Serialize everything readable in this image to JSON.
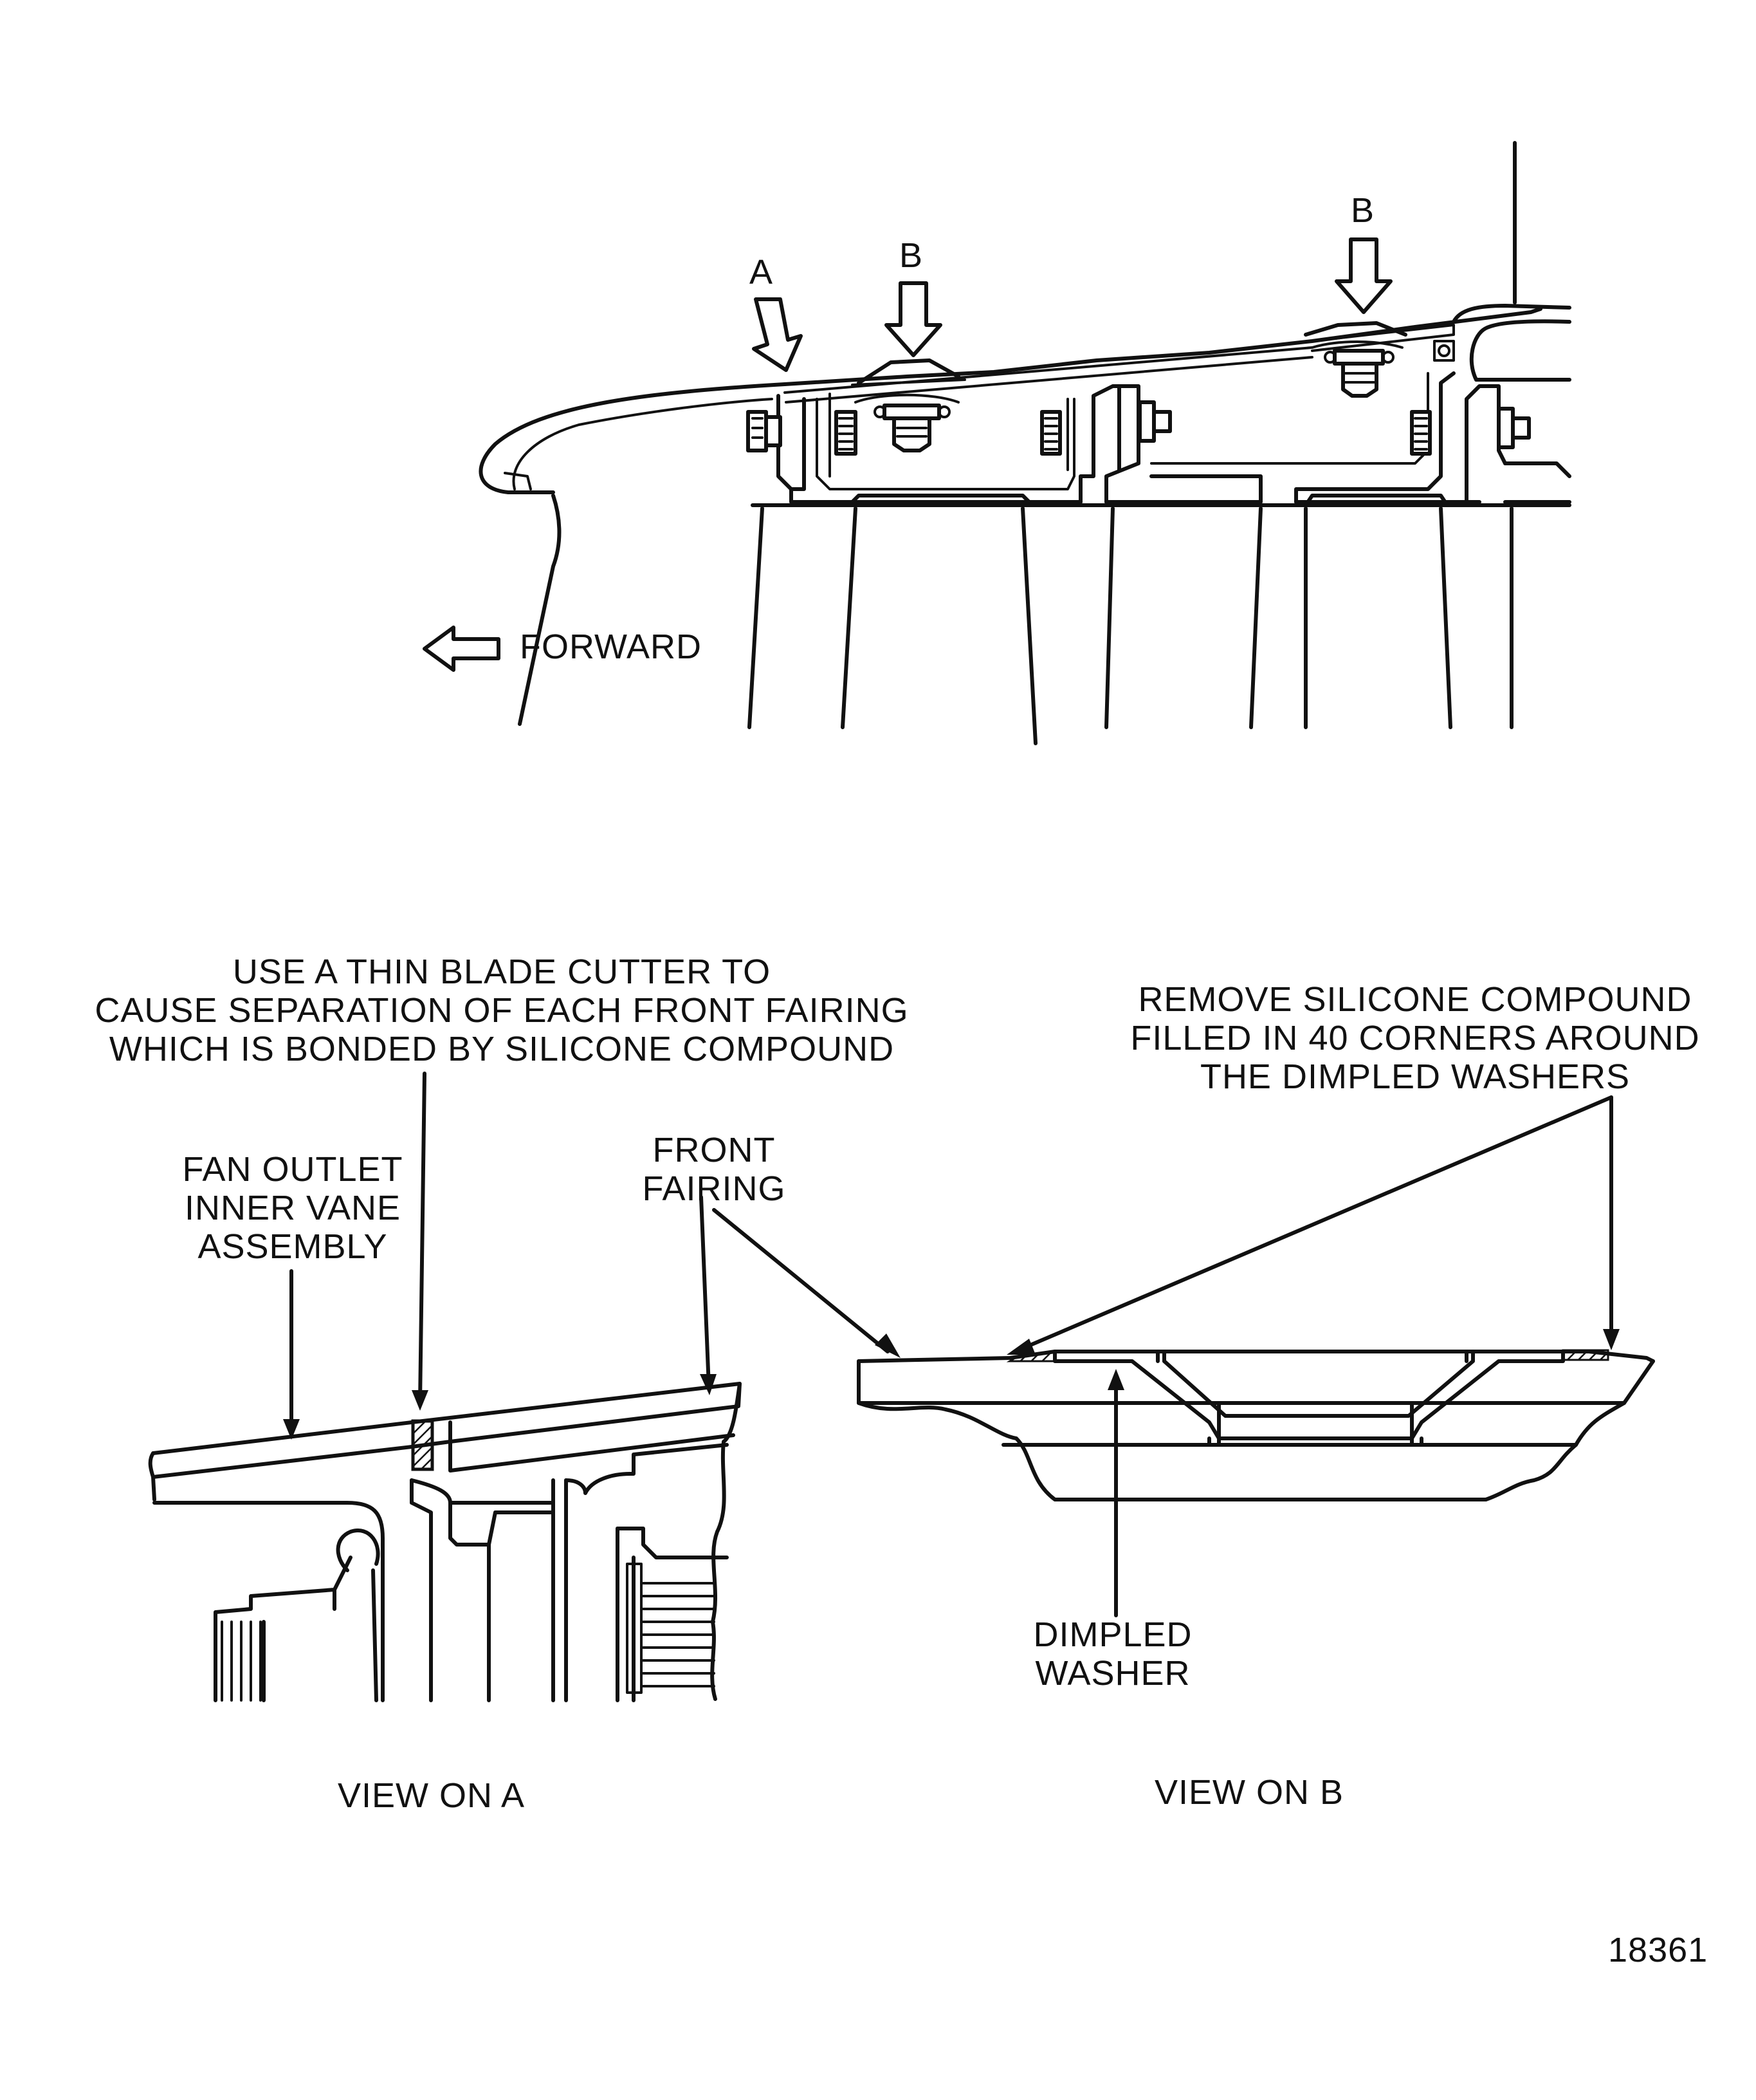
{
  "top_view": {
    "arrow_a": "A",
    "arrow_b_left": "B",
    "arrow_b_right": "B",
    "forward": "FORWARD"
  },
  "view_a": {
    "instruction": [
      "USE  A  THIN  BLADE  CUTTER  TO",
      "CAUSE  SEPARATION  OF  EACH  FRONT  FAIRING",
      "WHICH  IS  BONDED  BY  SILICONE  COMPOUND"
    ],
    "fan_outlet": [
      "FAN  OUTLET",
      "INNER  VANE",
      "ASSEMBLY"
    ],
    "front_fairing": [
      "FRONT",
      "FAIRING"
    ],
    "caption": "VIEW  ON  A"
  },
  "view_b": {
    "instruction": [
      "REMOVE  SILICONE  COMPOUND",
      "FILLED  IN  40  CORNERS  AROUND",
      "THE  DIMPLED  WASHERS"
    ],
    "dimpled_washer": [
      "DIMPLED",
      "WASHER"
    ],
    "caption": "VIEW   ON   B"
  },
  "figure_number": "18361"
}
